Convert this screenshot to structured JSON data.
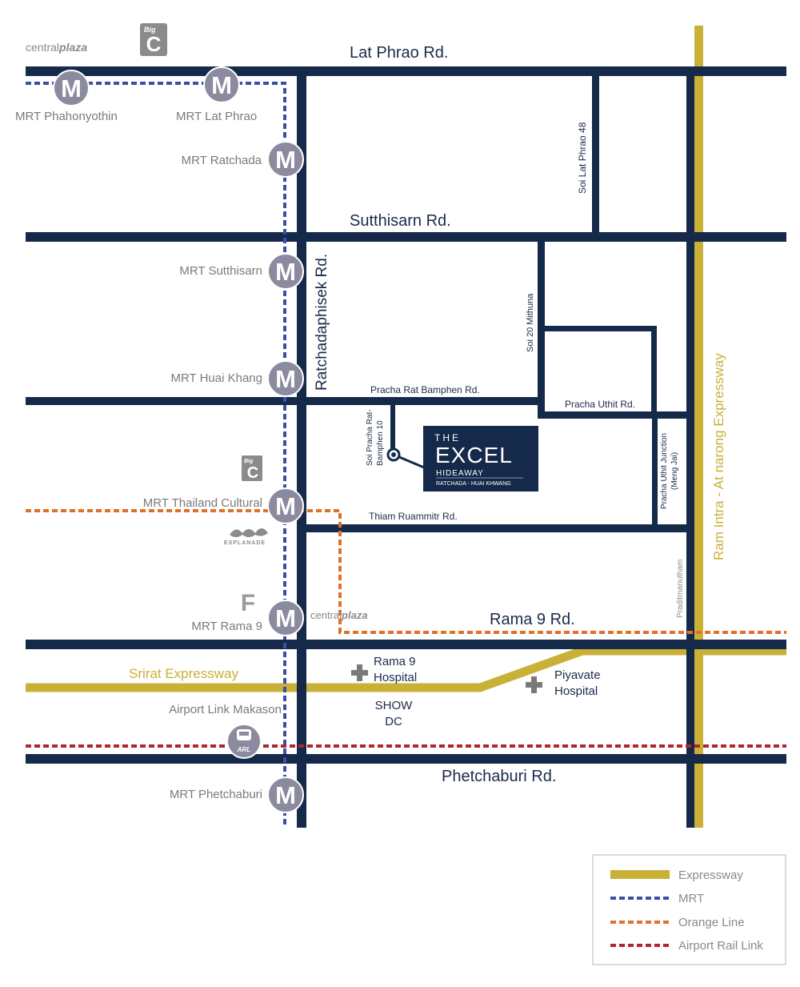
{
  "colors": {
    "road": "#15294a",
    "expressway": "#c9b037",
    "mrt": "#3d4fa0",
    "orange_line": "#e0702a",
    "airport_rail_link": "#b0262f",
    "station_marker": "#8b8a9e",
    "label_grey": "#7a7a7a"
  },
  "roads": {
    "lat_phrao": "Lat Phrao Rd.",
    "sutthisarn": "Sutthisarn Rd.",
    "ratchadaphisek": "Ratchadaphisek Rd.",
    "pracha_rat_bamphen": "Pracha Rat Bamphen Rd.",
    "pracha_uthit": "Pracha Uthit Rd.",
    "thiam_ruammitr": "Thiam Ruammitr Rd.",
    "rama9": "Rama 9 Rd.",
    "phetchaburi": "Phetchaburi Rd.",
    "soi_lat_phrao_48": "Soi Lat Phrao 48",
    "soi_20_mithuna": "Soi 20 Mithuna",
    "soi_pracha_rat_line1": "Soi Pracha Rat-",
    "soi_pracha_rat_line2": "Bamphen 10",
    "pracha_uthit_junction_line1": "Pracha Uthit Junction",
    "pracha_uthit_junction_line2": "(Meng Jai)",
    "praditmanutham": "Praditmanutham",
    "srirat_expressway": "Srirat Expressway",
    "ram_intra_expressway": "Ram Intra - At narong Expressway"
  },
  "stations": {
    "phahonyothin": "MRT Phahonyothin",
    "lat_phrao": "MRT Lat Phrao",
    "ratchada": "MRT Ratchada",
    "sutthisarn": "MRT Sutthisarn",
    "huai_khang": "MRT Huai Khang",
    "thailand_cultural": "MRT Thailand Cultural",
    "rama9": "MRT Rama 9",
    "airport_link_makason": "Airport Link Makason",
    "phetchaburi": "MRT Phetchaburi",
    "marker_letter": "M",
    "arl_badge": "ARL"
  },
  "landmarks": {
    "centralplaza_prefix": "central",
    "centralplaza_suffix": "plaza",
    "bigc_small": "Big",
    "bigc_big": "C",
    "esplanade": "ESPLANADE",
    "fortune_letter": "F",
    "rama9_hospital_line1": "Rama 9",
    "rama9_hospital_line2": "Hospital",
    "piyavate_line1": "Piyavate",
    "piyavate_line2": "Hospital",
    "show_dc_line1": "SHOW",
    "show_dc_line2": "DC"
  },
  "project": {
    "the": "THE",
    "excel": "EXCEL",
    "hideaway": "HIDEAWAY",
    "subtitle": "RATCHADA - HUAI KHWANG",
    "color": "#15294a"
  },
  "legend": {
    "expressway": "Expressway",
    "mrt": "MRT",
    "orange_line": "Orange Line",
    "airport_rail_link": "Airport Rail Link"
  }
}
